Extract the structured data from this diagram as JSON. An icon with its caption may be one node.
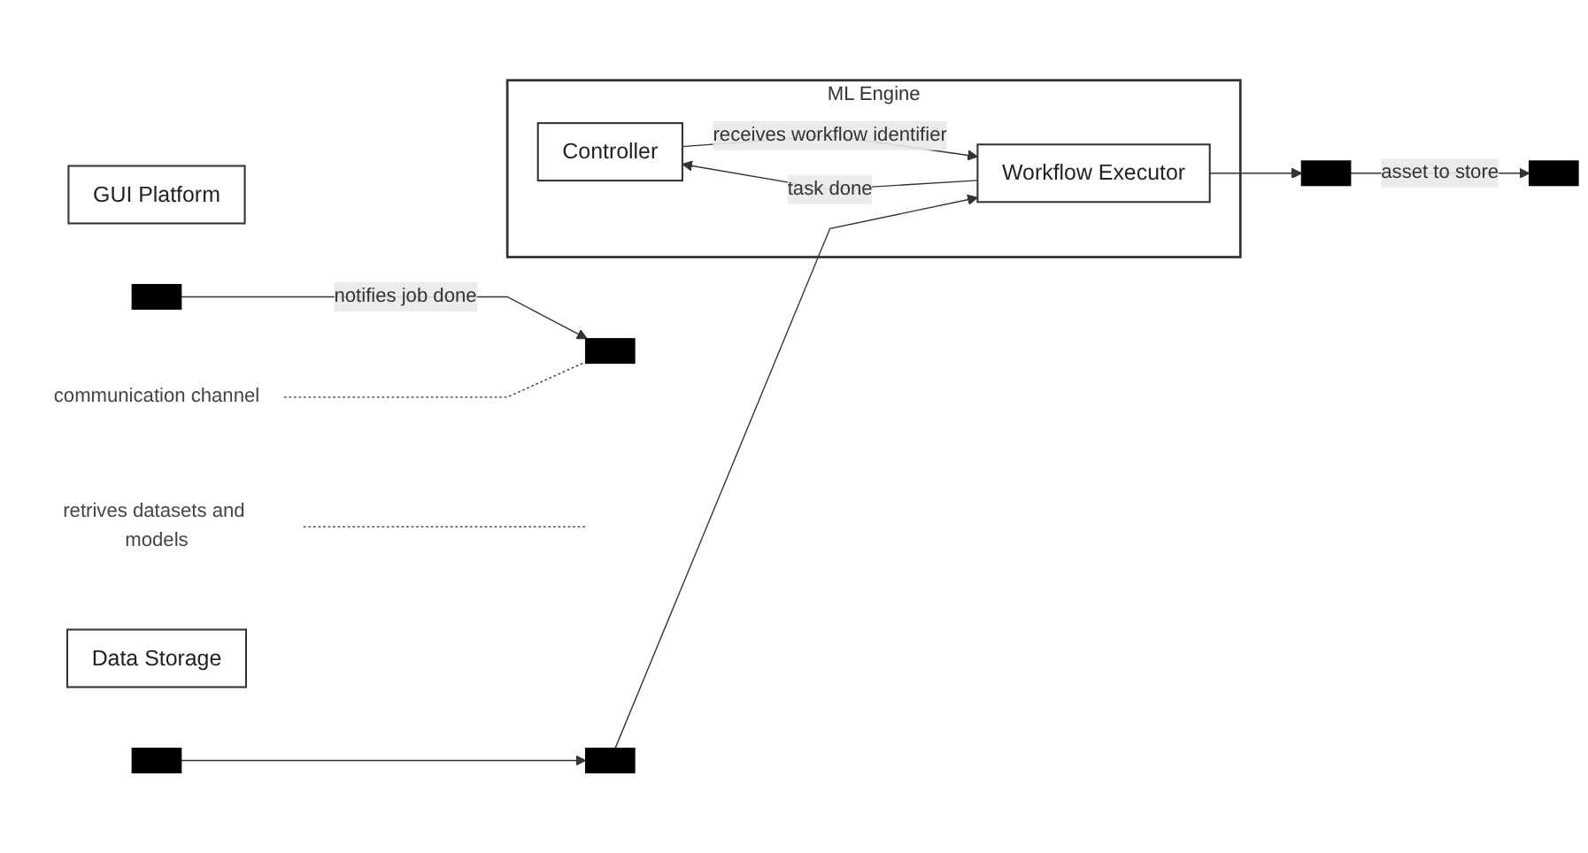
{
  "diagram": {
    "nodes": [
      {
        "text": [
          "ML Engine"
        ]
      },
      {
        "text": [
          "Controller"
        ],
        "in": 0
      },
      {
        "text": [
          "Workflow Executor"
        ],
        "in": 0
      },
      {
        "text": [
          "GUI Platform"
        ]
      },
      {
        "text": [],
        "shape": "box"
      },
      {
        "text": [],
        "shape": "box"
      },
      {
        "text": [
          "communication channel"
        ]
      },
      {
        "text": [],
        "shape": "box"
      },
      {
        "text": [],
        "shape": "box"
      },
      {
        "text": [
          "retrives datasets and models"
        ]
      },
      {
        "text": [
          "Data Storage"
        ]
      },
      {
        "text": [],
        "shape": "box"
      },
      {
        "text": [],
        "shape": "box"
      }
    ],
    "edges": [
      {
        "from": 5,
        "to": 4,
        "arrow": "to",
        "label": "notifies job done"
      },
      {
        "from": 6,
        "to": 4,
        "arrow": "none",
        "style": "dashed"
      },
      {
        "from": 1,
        "to": 2,
        "arrow": "to",
        "label": "receives workflow identifier"
      },
      {
        "from": 2,
        "to": 1,
        "arrow": "to",
        "label": "task done"
      },
      {
        "from": 2,
        "to": 7,
        "arrow": "to"
      },
      {
        "from": 7,
        "to": 11,
        "arrow": "to",
        "label": "asset to store"
      },
      {
        "from": 12,
        "to": 8,
        "arrow": "to"
      },
      {
        "from": 8,
        "to": 2,
        "arrow": "to"
      },
      {
        "from": 9,
        "to": null,
        "arrow": "none",
        "style": "dashed"
      }
    ]
  }
}
